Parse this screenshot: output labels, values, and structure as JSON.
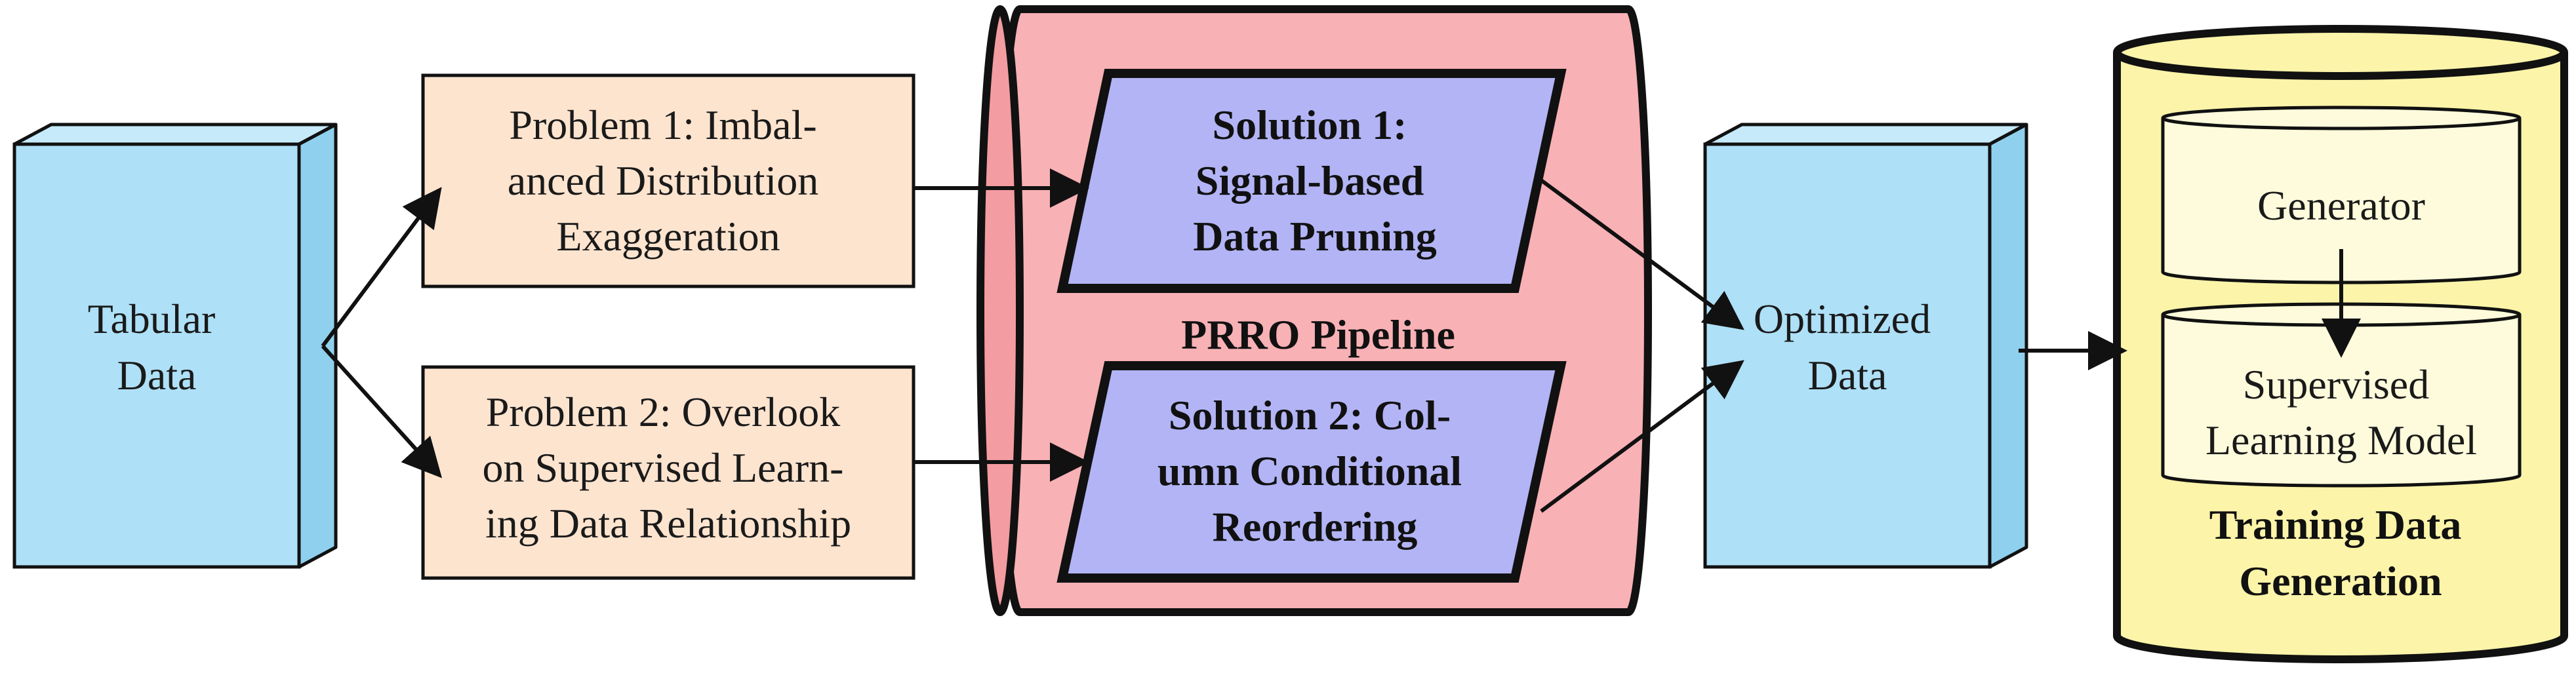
{
  "diagram": {
    "nodes": {
      "tabular_data": {
        "lines": [
          "Tabular",
          "Data"
        ],
        "shape": "3d-box",
        "fill": "#aee0f7"
      },
      "problem_1": {
        "lines": [
          "Problem 1: Imbal-",
          "anced Distribution",
          "Exaggeration"
        ],
        "shape": "rectangle",
        "fill": "#fde4cf"
      },
      "problem_2": {
        "lines": [
          "Problem 2: Overlook",
          "on Supervised Learn-",
          "ing Data Relationship"
        ],
        "shape": "rectangle",
        "fill": "#fde4cf"
      },
      "pipeline": {
        "label": "PRRO Pipeline",
        "shape": "horizontal-cylinder",
        "fill": "#f8b1b5"
      },
      "solution_1": {
        "lines": [
          "Solution 1:",
          "Signal-based",
          "Data Pruning"
        ],
        "shape": "parallelogram",
        "fill": "#b2b4f5"
      },
      "solution_2": {
        "lines": [
          "Solution 2: Col-",
          "umn Conditional",
          "Reordering"
        ],
        "shape": "parallelogram",
        "fill": "#b2b4f5"
      },
      "optimized_data": {
        "lines": [
          "Optimized",
          "Data"
        ],
        "shape": "3d-box",
        "fill": "#aee0f7"
      },
      "training_data_generation": {
        "lines": [
          "Training Data",
          "Generation"
        ],
        "shape": "vertical-cylinder",
        "fill": "#fbf4a9"
      },
      "generator": {
        "label": "Generator",
        "shape": "vertical-cylinder",
        "fill": "#fefbdc"
      },
      "supervised_model": {
        "lines": [
          "Supervised",
          "Learning Model"
        ],
        "shape": "vertical-cylinder",
        "fill": "#fefbdc"
      }
    },
    "edges": [
      {
        "from": "tabular_data",
        "to": "problem_1"
      },
      {
        "from": "tabular_data",
        "to": "problem_2"
      },
      {
        "from": "problem_1",
        "to": "solution_1"
      },
      {
        "from": "problem_2",
        "to": "solution_2"
      },
      {
        "from": "solution_1",
        "to": "optimized_data"
      },
      {
        "from": "solution_2",
        "to": "optimized_data"
      },
      {
        "from": "optimized_data",
        "to": "training_data_generation"
      },
      {
        "from": "generator",
        "to": "supervised_model"
      }
    ],
    "colors": {
      "stroke": "#111111",
      "data_box": "#aee0f7",
      "data_box_side": "#8fd0ee",
      "problem_box": "#fde4cf",
      "pipeline": "#f8b1b5",
      "pipeline_end": "#f39ca1",
      "solution": "#b2b4f5",
      "training": "#fbf4a9",
      "inner_cylinder": "#fefbdc"
    }
  }
}
